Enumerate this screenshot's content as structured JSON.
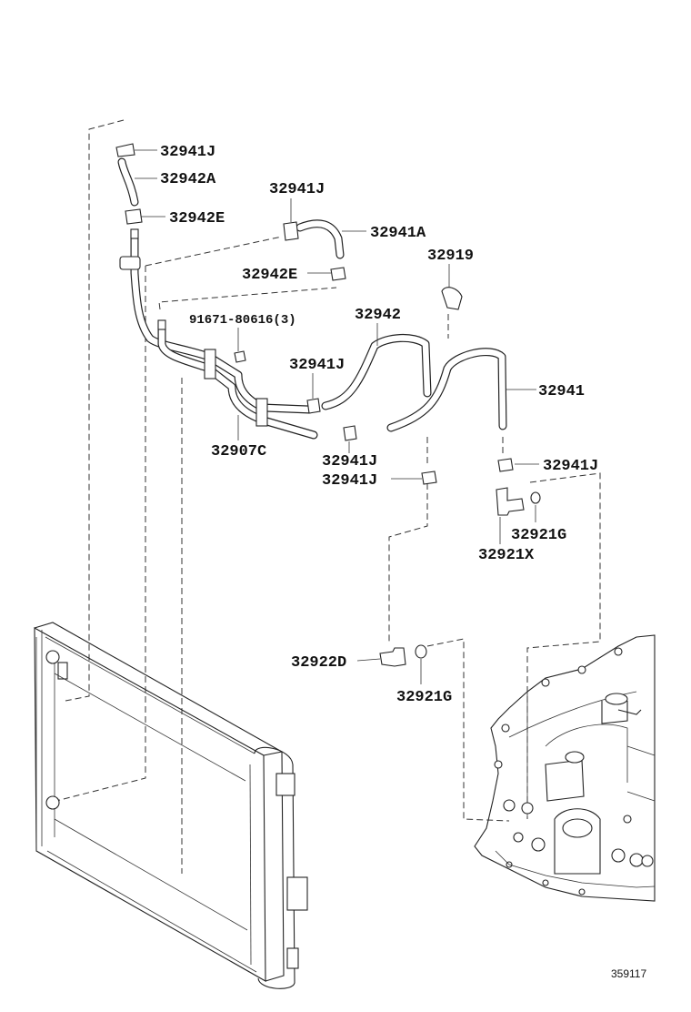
{
  "diagram": {
    "labels": [
      {
        "id": "lbl-1",
        "text": "32941J"
      },
      {
        "id": "lbl-2",
        "text": "32942A"
      },
      {
        "id": "lbl-3",
        "text": "32942E"
      },
      {
        "id": "lbl-4",
        "text": "32941J"
      },
      {
        "id": "lbl-5",
        "text": "32941A"
      },
      {
        "id": "lbl-6",
        "text": "32919"
      },
      {
        "id": "lbl-7",
        "text": "32942E"
      },
      {
        "id": "lbl-8",
        "text": "91671-80616(3)"
      },
      {
        "id": "lbl-9",
        "text": "32942"
      },
      {
        "id": "lbl-10",
        "text": "32941J"
      },
      {
        "id": "lbl-11",
        "text": "32941"
      },
      {
        "id": "lbl-12",
        "text": "32907C"
      },
      {
        "id": "lbl-13",
        "text": "32941J"
      },
      {
        "id": "lbl-14",
        "text": "32941J"
      },
      {
        "id": "lbl-15",
        "text": "32941J"
      },
      {
        "id": "lbl-16",
        "text": "32921G"
      },
      {
        "id": "lbl-17",
        "text": "32921X"
      },
      {
        "id": "lbl-18",
        "text": "32922D"
      },
      {
        "id": "lbl-19",
        "text": "32921G"
      }
    ],
    "figure_number": "359117"
  }
}
